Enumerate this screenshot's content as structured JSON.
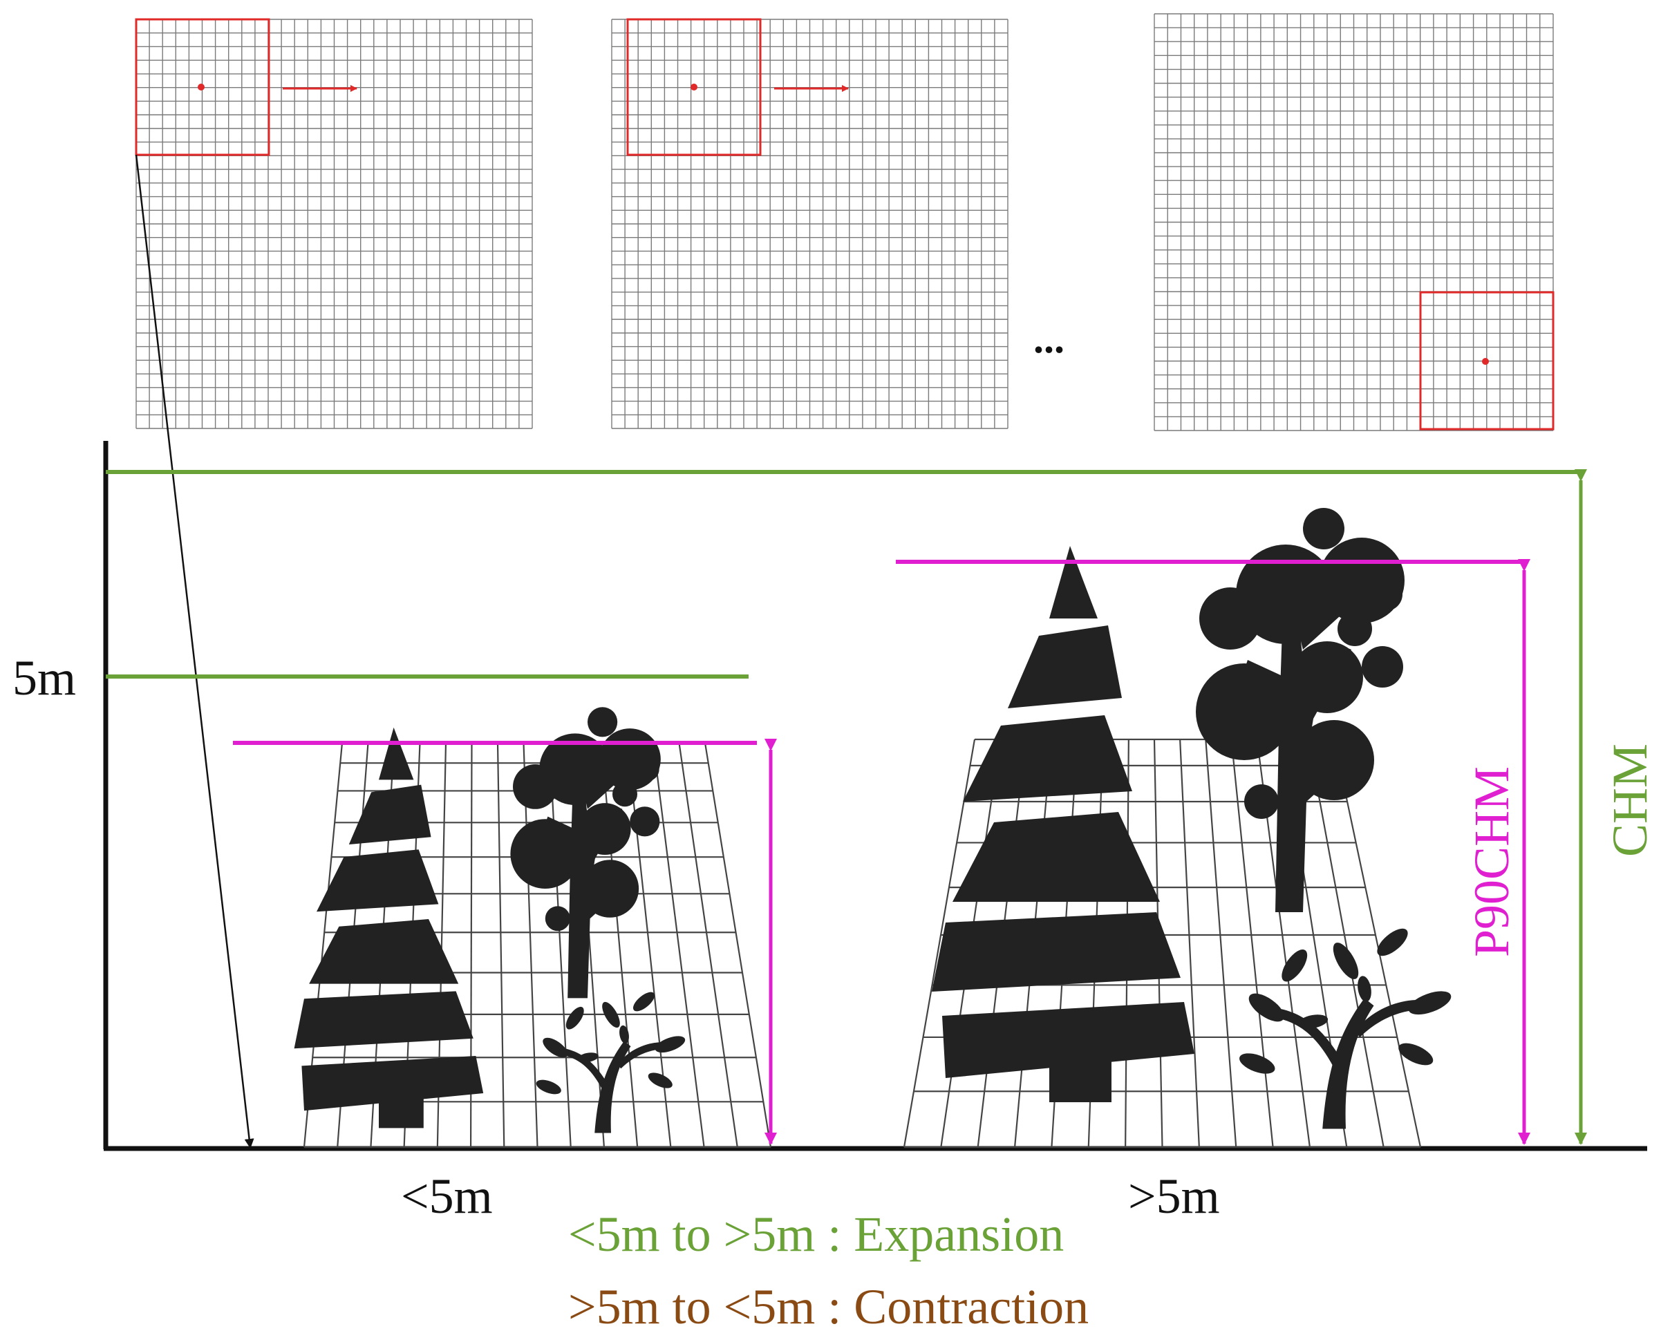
{
  "labels": {
    "ellipsis": "...",
    "five_m": "5m",
    "under_5m": "<5m",
    "over_5m": ">5m",
    "p90chm": "P90CHM",
    "chm": "CHM",
    "expansion": "<5m to >5m : Expansion",
    "contraction": ">5m to <5m : Contraction"
  },
  "colors": {
    "window": "#e02a2a",
    "grid": "#7a7a7a",
    "green": "#6aa238",
    "magenta": "#e020d0",
    "brown": "#8a4a14",
    "black": "#111111"
  },
  "icons": {
    "window_center": "red-dot-icon",
    "slide_direction": "red-arrow-icon",
    "conifer": "conifer-tree-icon",
    "deciduous": "deciduous-tree-icon",
    "shrub": "shrub-icon"
  }
}
